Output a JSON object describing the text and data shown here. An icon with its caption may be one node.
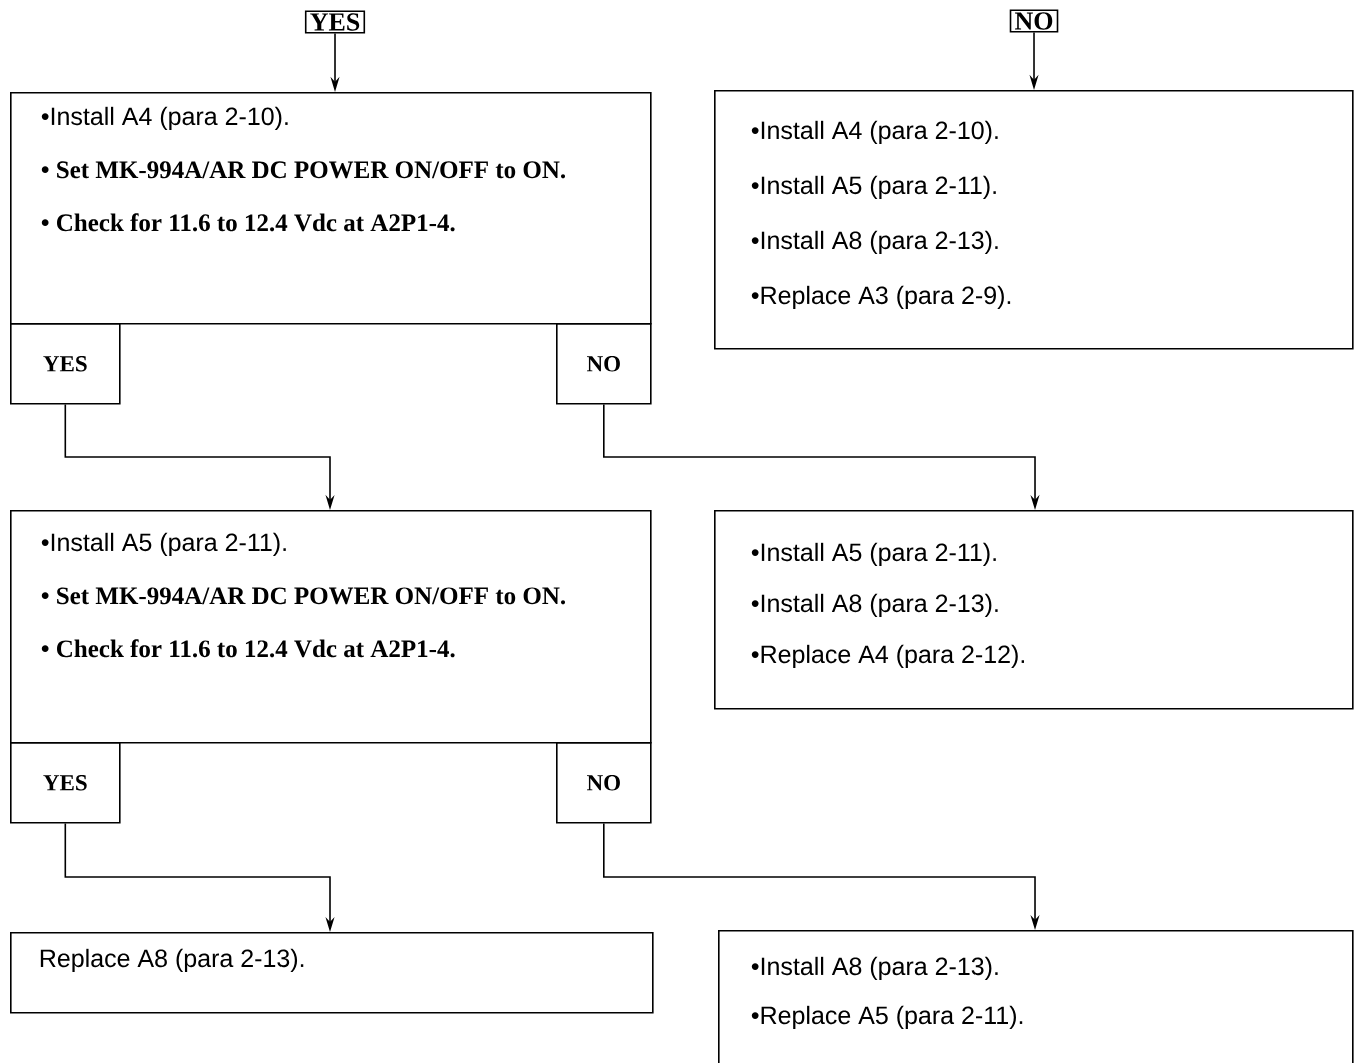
{
  "diagram": {
    "nodes": [
      {
        "text": [
          "YES"
        ]
      },
      {
        "text": [
          "NO"
        ]
      },
      {
        "text": [
          "•Install A4 (para 2-10).",
          "• Set MK-994A/AR DC POWER ON/OFF to ON.",
          "• Check for 11.6 to 12.4 Vdc at A2P1-4."
        ]
      },
      {
        "text": [
          "YES"
        ]
      },
      {
        "text": [
          "NO"
        ]
      },
      {
        "text": [
          "•Install A4 (para 2-10).",
          "•Install A5 (para 2-11).",
          "•Install A8 (para 2-13).",
          "•Replace A3 (para 2-9)."
        ]
      },
      {
        "text": [
          "•Install A5 (para 2-11).",
          "• Set MK-994A/AR DC POWER ON/OFF to ON.",
          "• Check for 11.6 to 12.4 Vdc at A2P1-4."
        ]
      },
      {
        "text": [
          "YES"
        ]
      },
      {
        "text": [
          "NO"
        ]
      },
      {
        "text": [
          "•Install A5 (para 2-11).",
          "•Install A8 (para 2-13).",
          "•Replace A4 (para 2-12)."
        ]
      },
      {
        "text": [
          "Replace A8 (para 2-13)."
        ]
      },
      {
        "text": [
          "•Install A8 (para 2-13).",
          "•Replace A5 (para 2-11)."
        ]
      }
    ],
    "edges": [
      {
        "from": 0,
        "to": 2,
        "arrow": "to"
      },
      {
        "from": 1,
        "to": 5,
        "arrow": "to"
      },
      {
        "from": 3,
        "to": 6,
        "arrow": "to"
      },
      {
        "from": 4,
        "to": 9,
        "arrow": "to"
      },
      {
        "from": 7,
        "to": 10,
        "arrow": "to"
      },
      {
        "from": 8,
        "to": 11,
        "arrow": "to"
      }
    ]
  }
}
